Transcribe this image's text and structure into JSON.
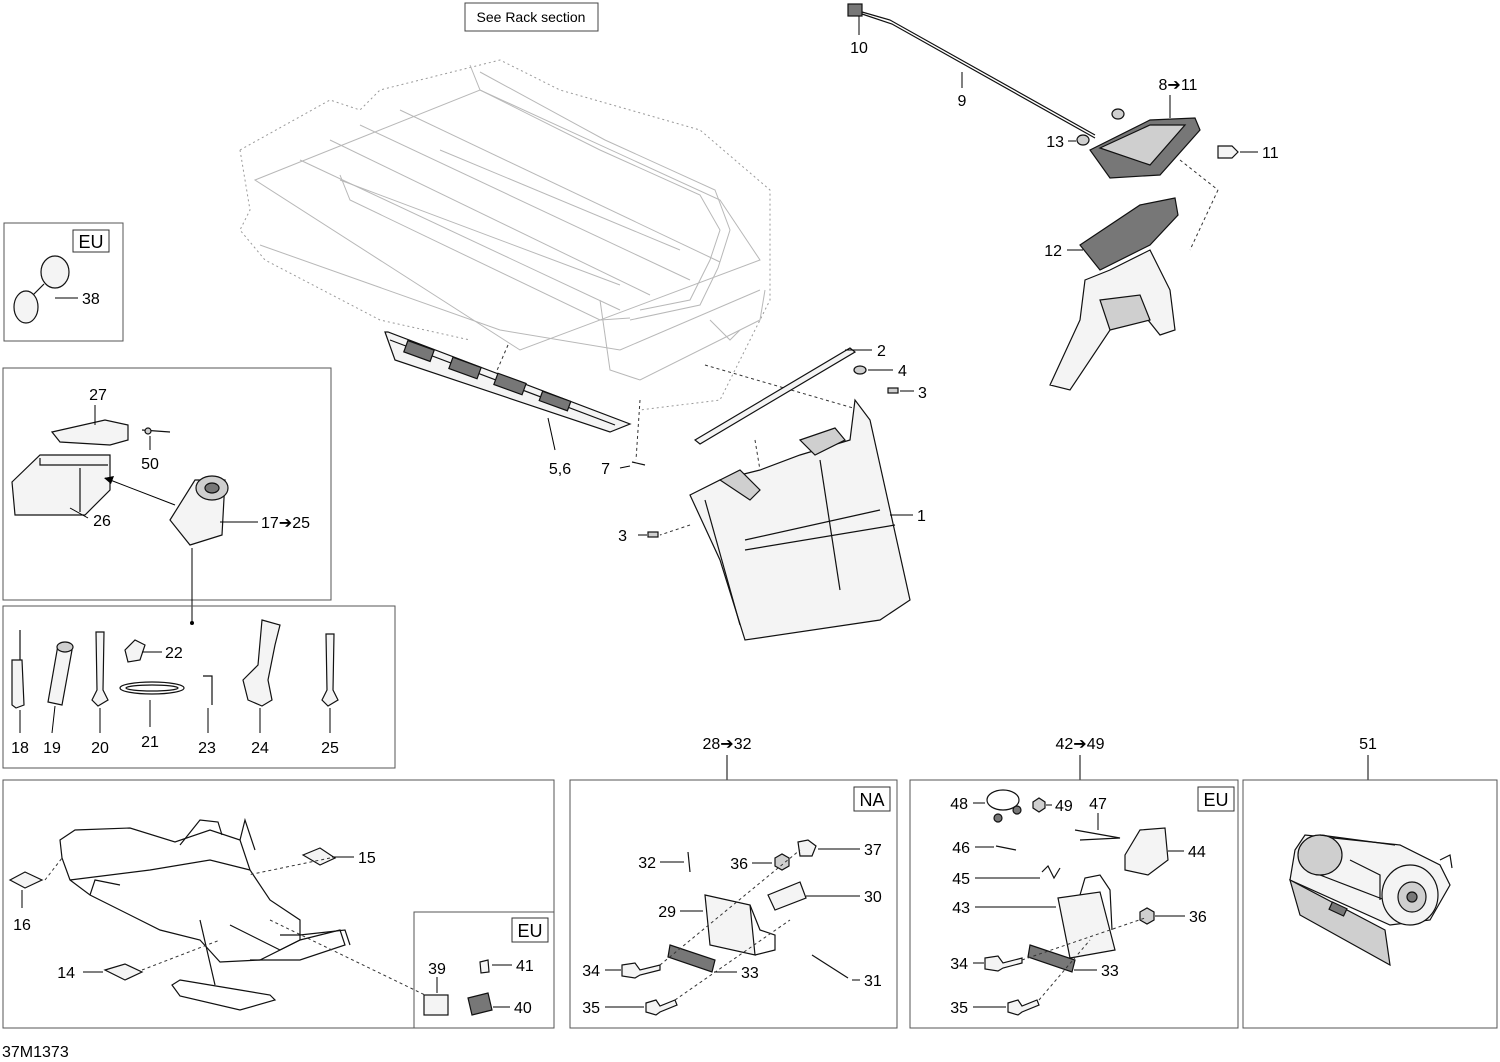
{
  "rack_note": "See Rack section",
  "figure_code": "37M1373",
  "region_tags": {
    "eu": "EU",
    "na": "NA"
  },
  "callouts": {
    "c1": "1",
    "c2": "2",
    "c3a": "3",
    "c3b": "3",
    "c4": "4",
    "c56": "5,6",
    "c7": "7",
    "c9": "9",
    "c10": "10",
    "c8_11": "8➔11",
    "c11": "11",
    "c12": "12",
    "c13": "13",
    "c14": "14",
    "c15": "15",
    "c16": "16",
    "c17_25": "17➔25",
    "c18": "18",
    "c19": "19",
    "c20": "20",
    "c21": "21",
    "c22": "22",
    "c23": "23",
    "c24": "24",
    "c25": "25",
    "c26": "26",
    "c27": "27",
    "c28_32": "28➔32",
    "c29": "29",
    "c30": "30",
    "c31": "31",
    "c32": "32",
    "c33a": "33",
    "c34a": "34",
    "c35a": "35",
    "c36a": "36",
    "c37": "37",
    "c38": "38",
    "c39": "39",
    "c40": "40",
    "c41": "41",
    "c42_49": "42➔49",
    "c43": "43",
    "c44": "44",
    "c45": "45",
    "c46": "46",
    "c47": "47",
    "c48": "48",
    "c49": "49",
    "c33b": "33",
    "c34b": "34",
    "c35b": "35",
    "c36b": "36",
    "c50": "50",
    "c51": "51"
  }
}
